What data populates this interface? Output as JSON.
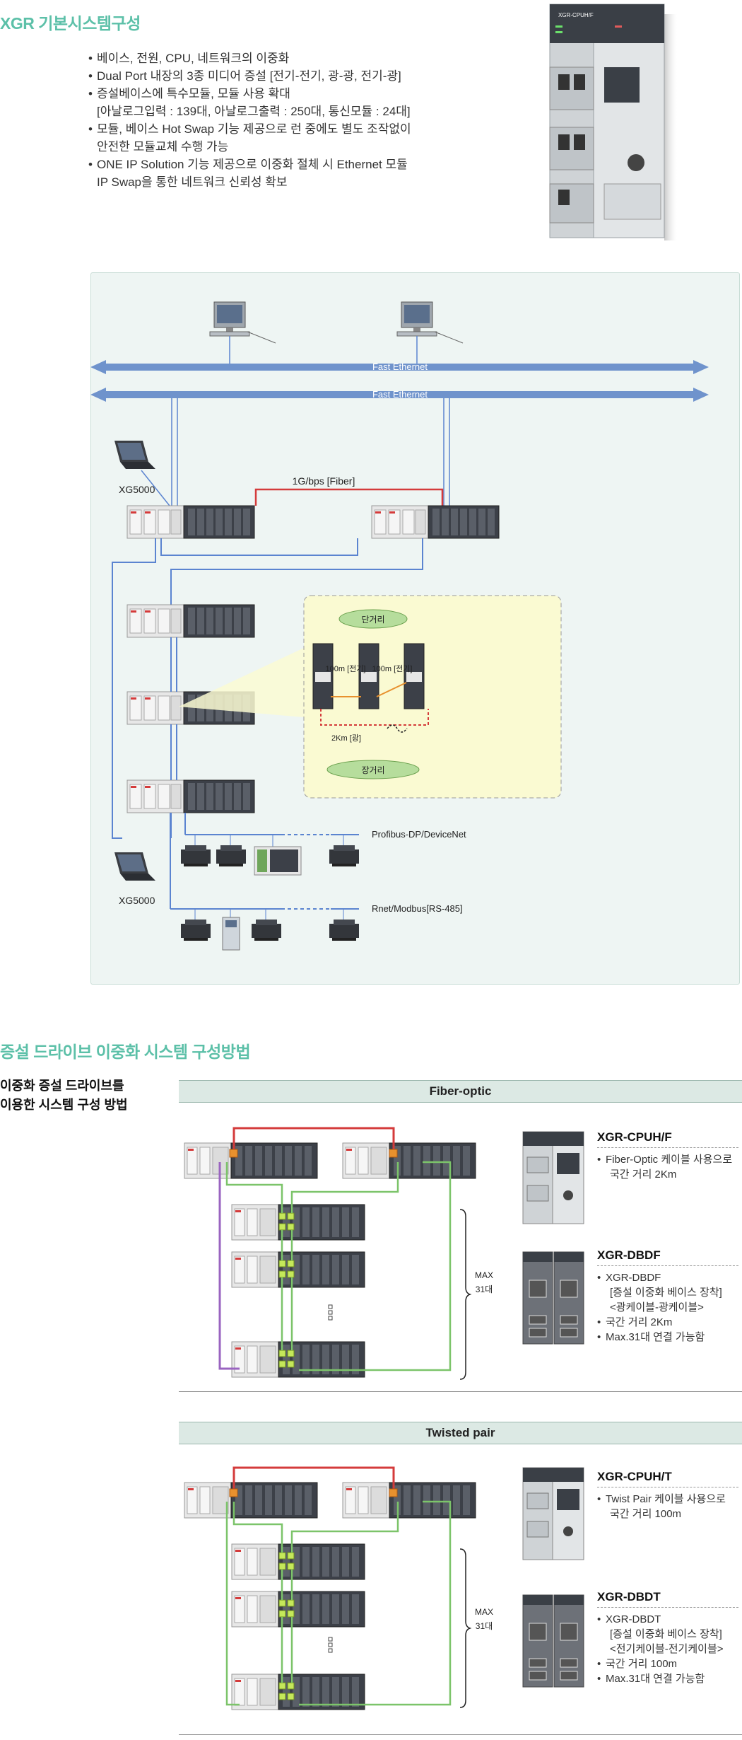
{
  "section1": {
    "title": "XGR 기본시스템구성",
    "bullets": [
      "베이스, 전원, CPU, 네트워크의 이중화",
      "Dual Port 내장의 3종 미디어 증설 [전기-전기, 광-광, 전기-광]",
      "증설베이스에 특수모듈, 모듈 사용 확대",
      "[아날로그입력 : 139대, 아날로그출력 : 250대, 통신모듈 : 24대]",
      "모듈, 베이스 Hot Swap 기능 제공으로 런 중에도 별도 조작없이",
      "안전한 모듈교체 수행 가능",
      "ONE IP Solution 기능 제공으로 이중화 절체 시 Ethernet 모듈",
      "IP Swap을 통한 네트워크 신뢰성 확보"
    ],
    "product_image_label": "XGR-CPUH/F"
  },
  "diagram1": {
    "ethernet_top": "Fast Ethernet",
    "ethernet_bottom": "Fast Ethernet",
    "fiber_label": "1G/bps [Fiber]",
    "xg5000_top": "XG5000",
    "xg5000_bottom": "XG5000",
    "short_distance": "단거리",
    "long_distance": "장거리",
    "m100_left": "100m [전기]",
    "m100_right": "100m [전기]",
    "km2": "2Km [광]",
    "profibus": "Profibus-DP/DeviceNet",
    "rnet": "Rnet/Modbus[RS-485]"
  },
  "section2": {
    "title": "증설 드라이브 이중화 시스템 구성방법",
    "side_label_line1": "이중화 증설 드라이브를",
    "side_label_line2": "이용한 시스템 구성 방법"
  },
  "fiber": {
    "header": "Fiber-optic",
    "max_line1": "MAX",
    "max_line2": "31대",
    "cpu_name": "XGR-CPUH/F",
    "cpu_items": [
      "Fiber-Optic 케이블 사용으로",
      "국간 거리 2Km"
    ],
    "dbdf_name": "XGR-DBDF",
    "dbdf_items": [
      "XGR-DBDF",
      "[증설 이중화 베이스 장착]",
      "<광케이블-광케이블>",
      "국간 거리 2Km",
      "Max.31대 연결 가능함"
    ]
  },
  "twisted": {
    "header": "Twisted pair",
    "max_line1": "MAX",
    "max_line2": "31대",
    "cpu_name": "XGR-CPUH/T",
    "cpu_items": [
      "Twist Pair 케이블 사용으로",
      "국간 거리 100m"
    ],
    "dbdt_name": "XGR-DBDT",
    "dbdt_items": [
      "XGR-DBDT",
      "[증설 이중화 베이스 장착]",
      "<전기케이블-전기케이블>",
      "국간 거리 100m",
      "Max.31대 연결 가능함"
    ]
  },
  "colors": {
    "accent": "#5cc0a8",
    "ethernet_band": "#6f93cc",
    "fiber_red": "#d43b3b",
    "link_blue": "#5b84d0",
    "green_link": "#7cc46a",
    "purple_link": "#9a64c0",
    "orange_link": "#e8912e"
  }
}
